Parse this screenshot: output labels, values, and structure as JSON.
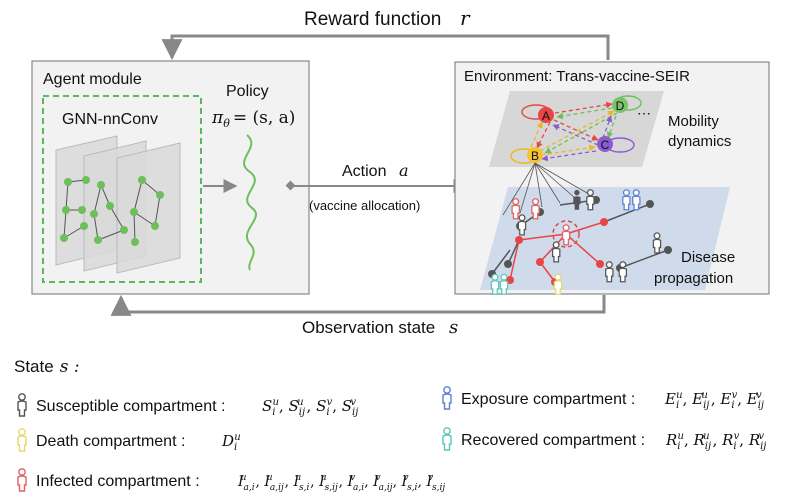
{
  "top_feedback": {
    "label": "Reward function",
    "symbol": "r"
  },
  "agent": {
    "title": "Agent module",
    "gnn_label": "GNN-nnConv",
    "policy_label": "Policy",
    "policy_formula_lhs": "π",
    "policy_formula_sub": "θ",
    "policy_formula_rhs": "= (s, a)"
  },
  "action": {
    "label": "Action",
    "symbol": "a",
    "note": "(vaccine allocation)"
  },
  "environment": {
    "title": "Environment: Trans-vaccine-SEIR",
    "mobility_label_1": "Mobility",
    "mobility_label_2": "dynamics",
    "disease_label_1": "Disease",
    "disease_label_2": "propagation",
    "nodes": [
      "A",
      "B",
      "C",
      "D"
    ],
    "ellipsis": "⋯"
  },
  "observation": {
    "label": "Observation state",
    "symbol": "s"
  },
  "state": {
    "heading": "State",
    "heading_symbol": "s :",
    "compartments": [
      {
        "name": "Susceptible compartment :",
        "vars": "S^u_i, S^u_ij, S^v_i, S^v_ij",
        "color": "#555555",
        "icon": "person-outline-icon"
      },
      {
        "name": "Death compartment :",
        "vars": "D^u_i",
        "color": "#e8d96a",
        "icon": "person-outline-icon"
      },
      {
        "name": "Infected compartment :",
        "vars": "I^u_a,i, I^u_a,ij, I^u_s,i, I^u_s,ij, I^v_a,i, I^v_a,ij, I^v_s,i, I^v_s,ij",
        "color": "#e06060",
        "icon": "person-outline-icon"
      },
      {
        "name": "Exposure compartment :",
        "vars": "E^u_i, E^u_ij, E^v_i, E^v_ij",
        "color": "#5b7fd6",
        "icon": "person-outline-icon"
      },
      {
        "name": "Recovered compartment :",
        "vars": "R^u_i, R^u_ij, R^v_i, R^v_ij",
        "color": "#59c9b5",
        "icon": "person-outline-icon"
      }
    ]
  },
  "colors": {
    "box_border": "#888888",
    "box_fill": "#f2f2f2",
    "gnn_border": "#5cb85c",
    "gnn_node": "#6dbf5a",
    "arrow": "#888888",
    "node_A": "#e84545",
    "node_B": "#f2c230",
    "node_C": "#8a5bd1",
    "node_D": "#7ac36a",
    "infect_line": "#e84545",
    "normal_line": "#555555"
  }
}
